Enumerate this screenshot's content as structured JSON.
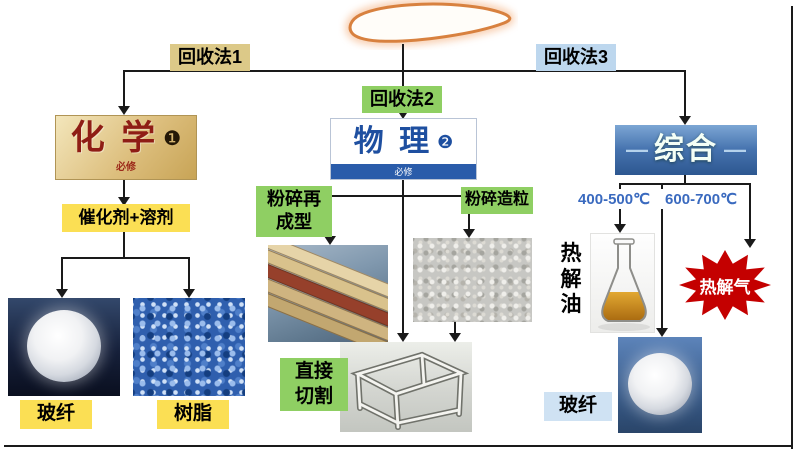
{
  "methods": [
    {
      "label": "回收法1"
    },
    {
      "label": "回收法2"
    },
    {
      "label": "回收法3"
    }
  ],
  "chemical": {
    "cover_title": "化 学",
    "cover_badge": "❶",
    "cover_subtitle": "必修",
    "process": "催化剂+溶剂",
    "fiber": "玻纤",
    "resin": "树脂"
  },
  "physical": {
    "cover_title": "物 理",
    "cover_badge": "❷",
    "cover_subtitle": "必修",
    "crush_reform": "粉碎再\n成型",
    "crush_granulate": "粉碎造粒",
    "direct_cut": "直接\n切割"
  },
  "comprehensive": {
    "title": "综合",
    "dash": "—",
    "temp_low": "400-500℃",
    "temp_high": "600-700℃",
    "pyrolysis_oil": "热\n解\n油",
    "pyrolysis_gas": "热解气",
    "fiber": "玻纤"
  },
  "colors": {
    "method1_bg": "#dcc988",
    "method2_bg": "#8fcf63",
    "method3_bg": "#bdd7ee",
    "yellow_label_bg": "#fbdf54",
    "green_label_bg": "#8fcf63",
    "cyan_label_bg": "#cfe2f3",
    "temp_text": "#3a6abf",
    "gas_star": "#c40000",
    "blade_outline": "#d8813f"
  }
}
